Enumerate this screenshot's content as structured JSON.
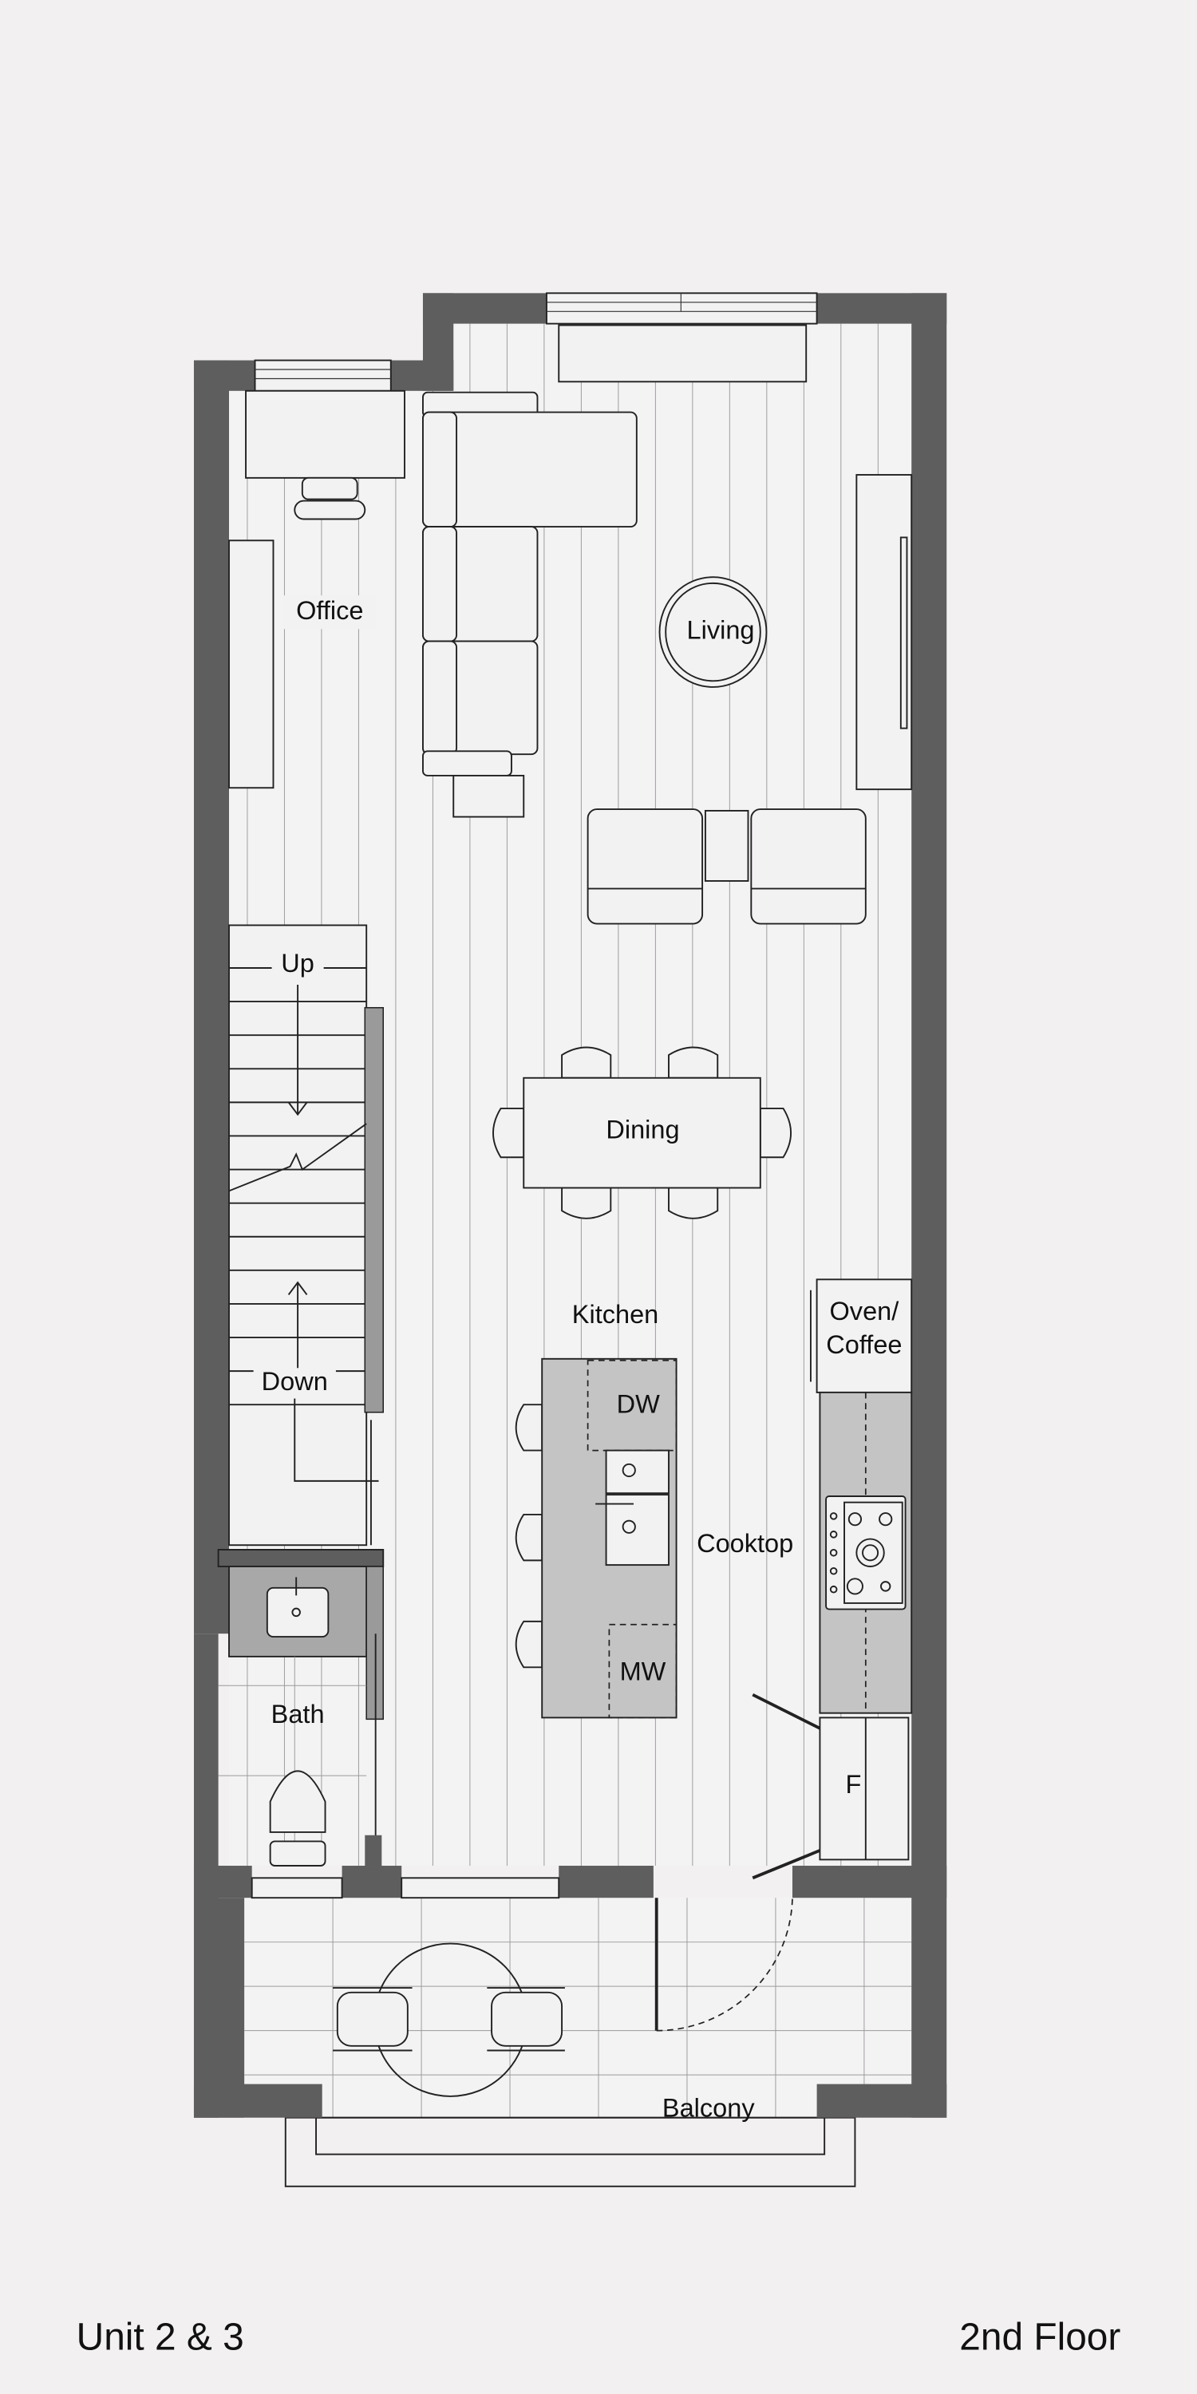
{
  "rooms": {
    "office": "Office",
    "living": "Living",
    "up": "Up",
    "dining": "Dining",
    "kitchen": "Kitchen",
    "down": "Down",
    "dishwasher": "DW",
    "cooktop": "Cooktop",
    "oven_line1": "Oven/",
    "oven_line2": "Coffee",
    "microwave": "MW",
    "bath": "Bath",
    "fridge": "F",
    "balcony": "Balcony"
  },
  "footer": {
    "unit": "Unit 2 & 3",
    "floor": "2nd Floor"
  },
  "colors": {
    "background": "#f2f0f1",
    "wall": "#5e5e5e",
    "counter": "#c4c4c4"
  }
}
